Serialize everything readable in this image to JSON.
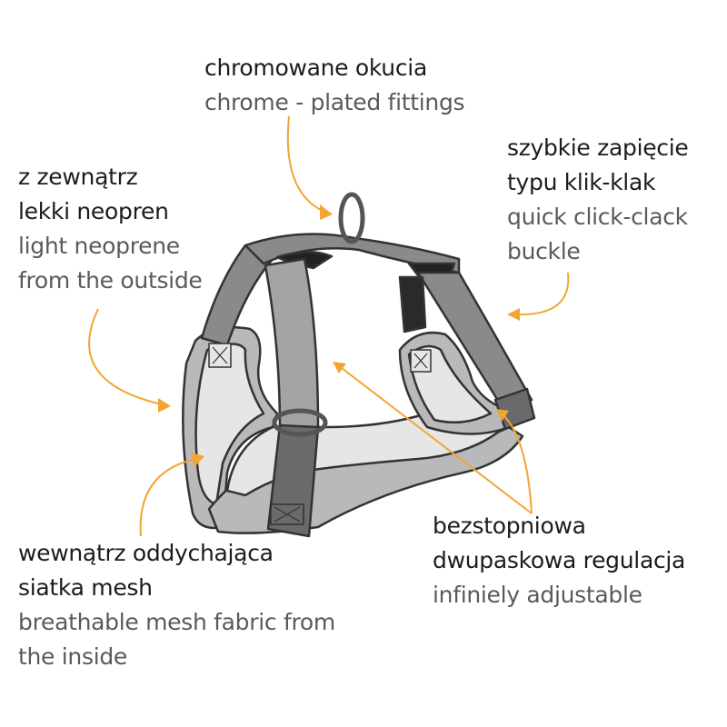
{
  "labels": {
    "fittings": {
      "pl": "chromowane okucia",
      "en": "chrome - plated fittings"
    },
    "buckle": {
      "pl1": "szybkie zapięcie",
      "pl2": "typu klik-klak",
      "en1": "quick click-clack",
      "en2": "buckle"
    },
    "neoprene": {
      "pl1": "z zewnątrz",
      "pl2": "lekki neopren",
      "en1": "light neoprene",
      "en2": "from the outside"
    },
    "mesh": {
      "pl1": "wewnątrz oddychająca",
      "pl2": "siatka mesh",
      "en1": "breathable mesh fabric from",
      "en2": "the inside"
    },
    "adjust": {
      "pl1": "bezstopniowa",
      "pl2": "dwupaskowa regulacja",
      "en": "infiniely adjustable"
    }
  },
  "colors": {
    "arrow": "#f2a531",
    "strap": "#8a8a8c",
    "strap_dark": "#5e5e60",
    "pad": "#b9b9bb",
    "mesh": "#e6e6e6",
    "outline": "#333333"
  }
}
